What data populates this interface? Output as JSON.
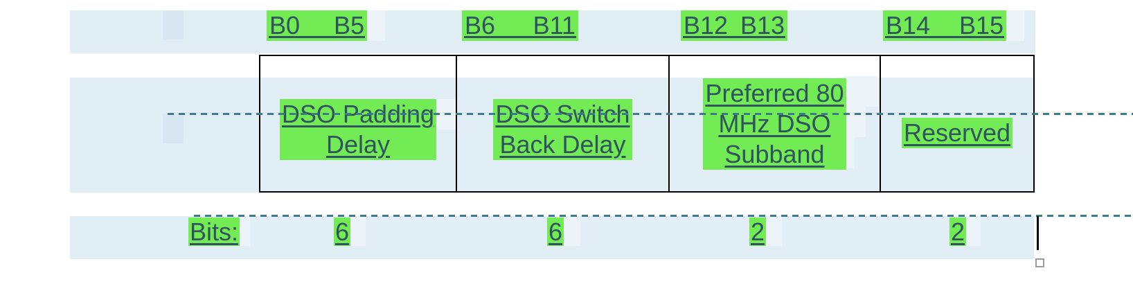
{
  "figure": {
    "description": "Field format diagram",
    "bit_ranges": [
      {
        "from": "B0",
        "to": "B5"
      },
      {
        "from": "B6",
        "to": "B11"
      },
      {
        "from": "B12",
        "to": "B13"
      },
      {
        "from": "B14",
        "to": "B15"
      }
    ],
    "fields": [
      {
        "name": "DSO Padding Delay",
        "lines": [
          "DSO Padding",
          "Delay"
        ],
        "bits": "6"
      },
      {
        "name": "DSO Switch Back Delay",
        "lines": [
          "DSO Switch",
          "Back Delay"
        ],
        "bits": "6"
      },
      {
        "name": "Preferred 80 MHz DSO Subband",
        "lines": [
          "Preferred 80",
          "MHz DSO",
          "Subband"
        ],
        "bits": "2"
      },
      {
        "name": "Reserved",
        "lines": [
          "Reserved"
        ],
        "bits": "2"
      }
    ],
    "bits_row_label": "Bits:"
  },
  "colors": {
    "highlight": "#73EB55",
    "text_color": "#30545E",
    "band": "#E2EEF6",
    "band_shade_dark": "#D8E7F1",
    "band_shade_light": "#ECF4FA",
    "dashed_line": "#3B7B8C",
    "table_border": "#000000"
  }
}
